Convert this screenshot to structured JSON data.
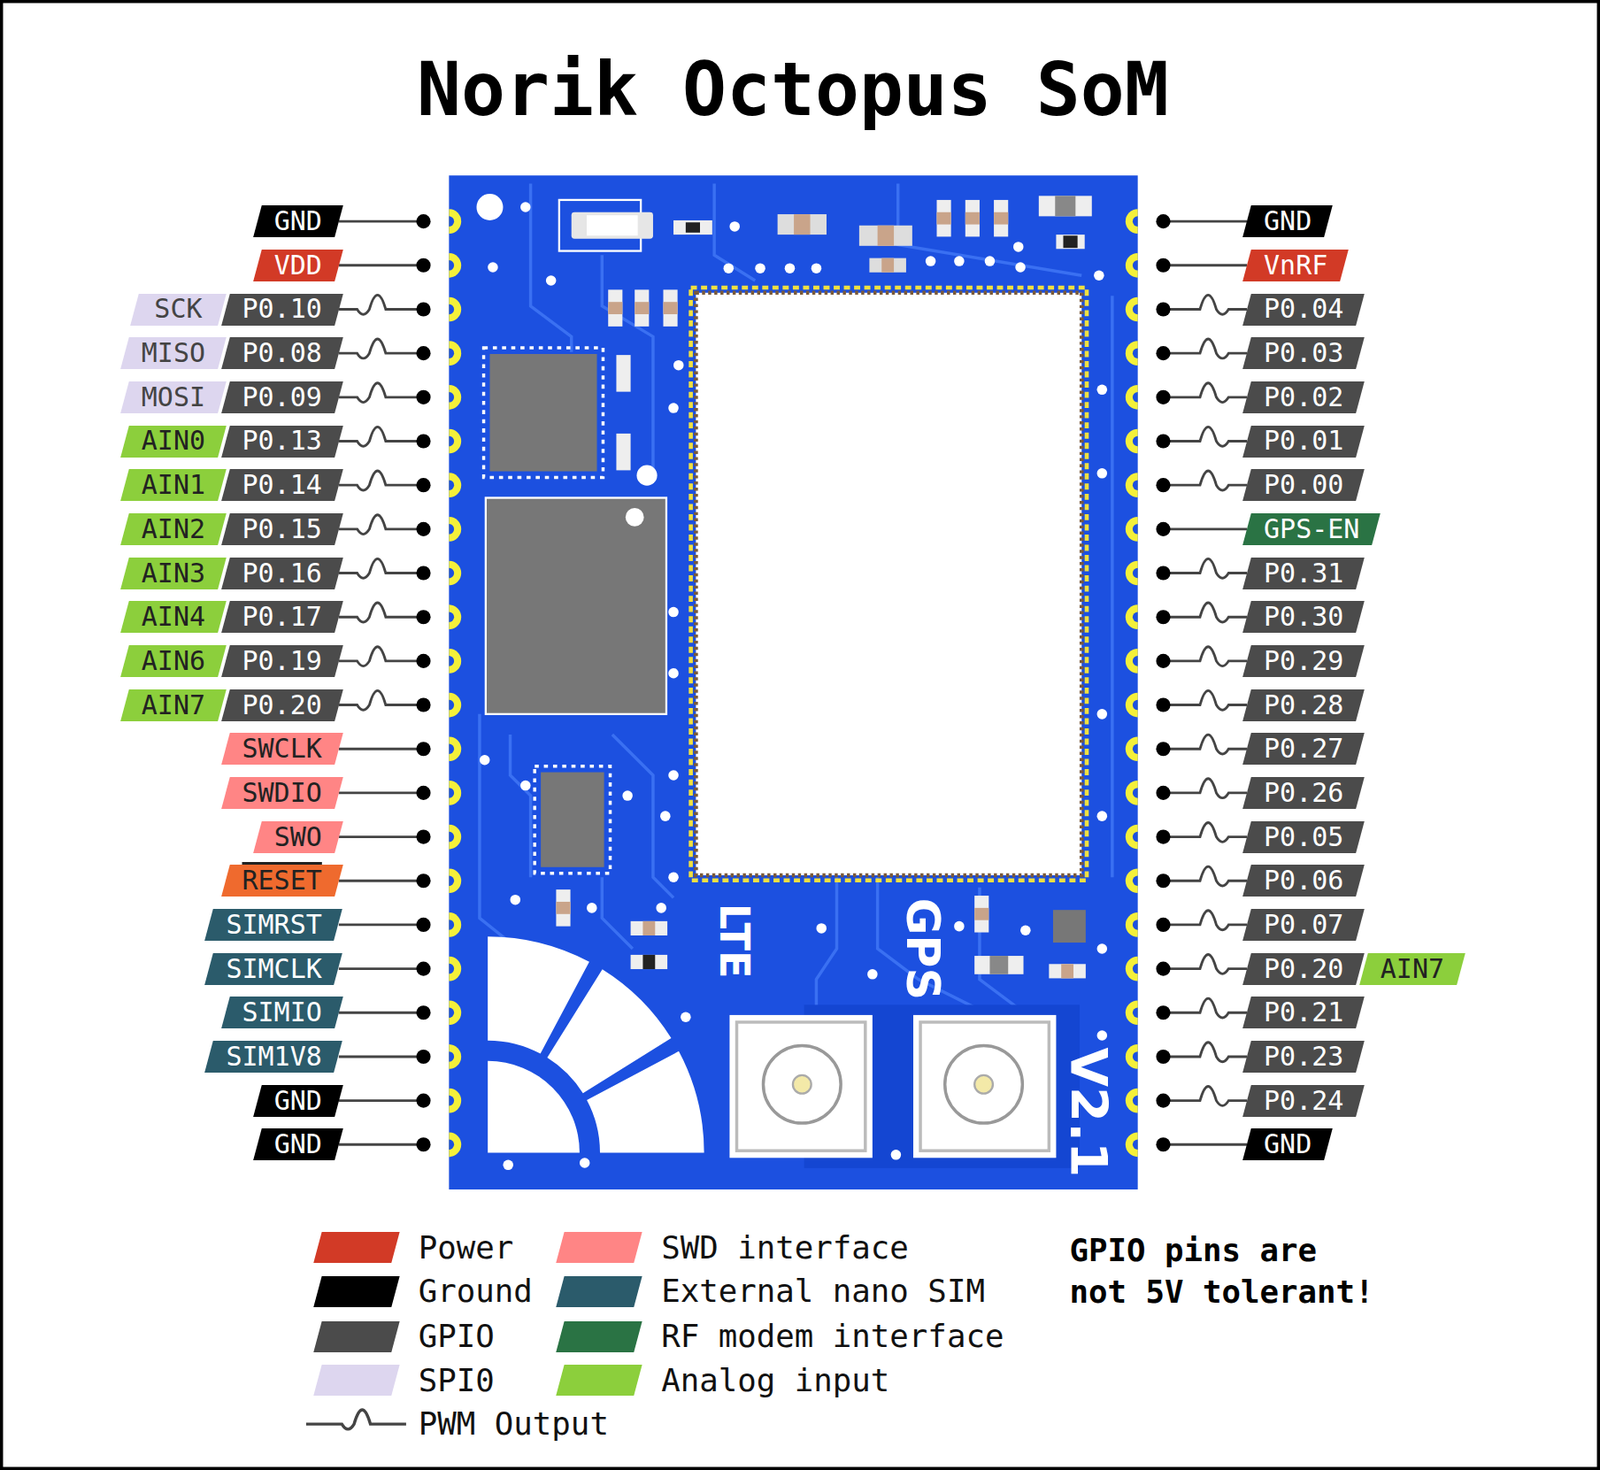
{
  "diagram": {
    "title": "Norik Octopus SoM",
    "labels": [
      "GND",
      "VDD",
      "SCK",
      "P0.10",
      "MISO",
      "P0.08",
      "MOSI",
      "P0.09",
      "AIN0",
      "P0.13",
      "AIN1",
      "P0.14",
      "AIN2",
      "P0.15",
      "AIN3",
      "P0.16",
      "AIN4",
      "P0.17",
      "AIN6",
      "P0.19",
      "AIN7",
      "P0.20",
      "SWCLK",
      "SWDIO",
      "SWO",
      "RESET",
      "SIMRST",
      "SIMCLK",
      "SIMIO",
      "SIM1V8",
      "GND",
      "GND",
      "GND",
      "VnRF",
      "P0.04",
      "P0.03",
      "P0.02",
      "P0.01",
      "P0.00",
      "GPS-EN",
      "P0.31",
      "P0.30",
      "P0.29",
      "P0.28",
      "P0.27",
      "P0.26",
      "P0.05",
      "P0.06",
      "P0.07",
      "P0.20",
      "AIN7",
      "P0.21",
      "P0.23",
      "P0.24",
      "GND",
      "LTE",
      "GPS",
      "V2.1",
      "GPIO pins are not 5V tolerant!"
    ],
    "legend": [
      {
        "text": "Power",
        "color": "#d23a26"
      },
      {
        "text": "Ground",
        "color": "#000000"
      },
      {
        "text": "GPIO",
        "color": "#4b4b4b"
      },
      {
        "text": "SPI0",
        "color": "#ddd6ef"
      },
      {
        "text": "PWM Output"
      },
      {
        "text": "SWD interface",
        "color": "#ff8585"
      },
      {
        "text": "External nano SIM",
        "color": "#2b5b6b"
      },
      {
        "text": "RF modem interface",
        "color": "#2a7344"
      },
      {
        "text": "Analog input",
        "color": "#8ccf3c"
      }
    ]
  }
}
